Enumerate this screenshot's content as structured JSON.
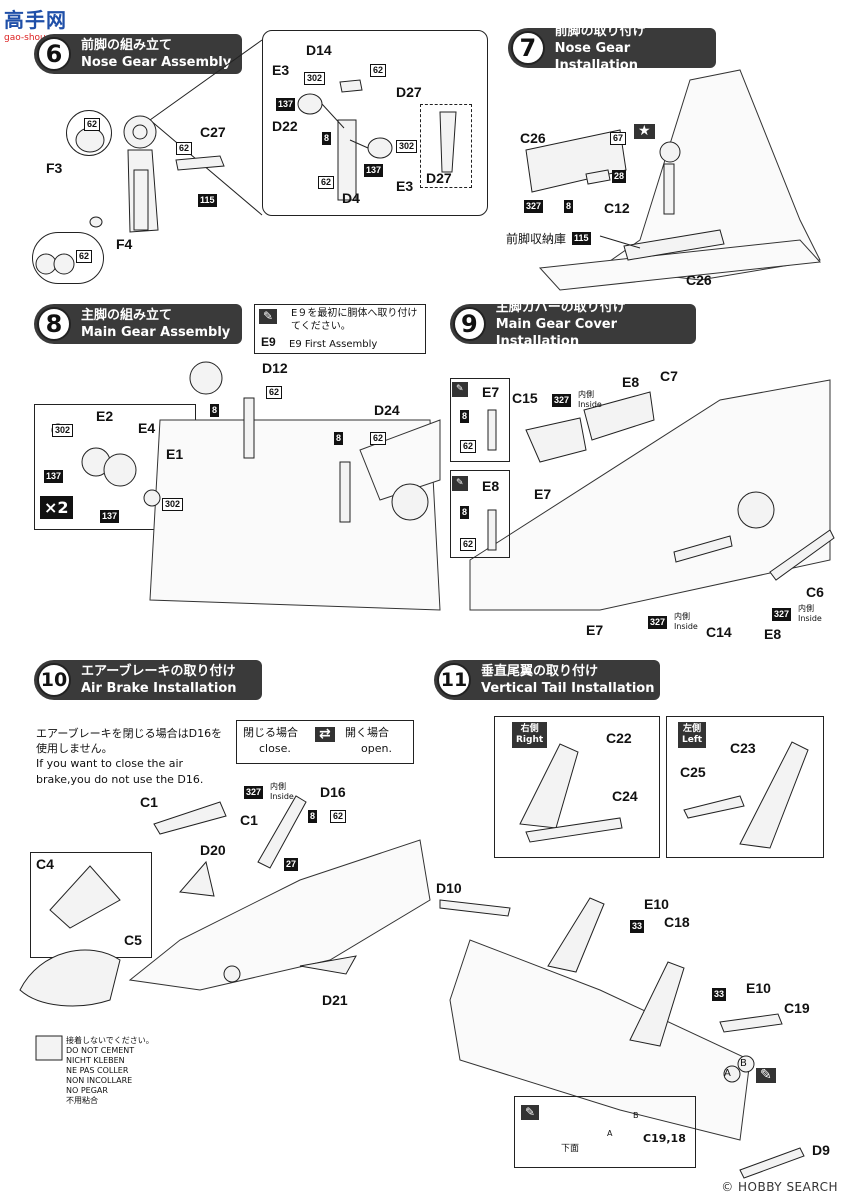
{
  "logo": {
    "title": "高手网",
    "sub": "gao-shou.com"
  },
  "steps": [
    {
      "num": "6",
      "jp": "前脚の組み立て",
      "en": "Nose Gear Assembly"
    },
    {
      "num": "7",
      "jp": "前脚の取り付け",
      "en": "Nose Gear Installation"
    },
    {
      "num": "8",
      "jp": "主脚の組み立て",
      "en": "Main Gear Assembly"
    },
    {
      "num": "9",
      "jp": "主脚カバーの取り付け",
      "en": "Main Gear Cover Installation"
    },
    {
      "num": "10",
      "jp": "エアーブレーキの取り付け",
      "en": "Air Brake Installation"
    },
    {
      "num": "11",
      "jp": "垂直尾翼の取り付け",
      "en": "Vertical Tail Installation"
    }
  ],
  "step6": {
    "parts": [
      "F3",
      "F4",
      "C27",
      "D14",
      "E3",
      "D22",
      "D27",
      "E3",
      "D4",
      "D27"
    ],
    "codes": [
      "62",
      "62",
      "62",
      "115",
      "62",
      "302",
      "137",
      "8",
      "62",
      "302",
      "137",
      "62"
    ]
  },
  "step7": {
    "parts": [
      "C26",
      "C12",
      "C26"
    ],
    "codes": [
      "67",
      "28",
      "327",
      "8",
      "115"
    ],
    "bay_label": "前脚収納庫"
  },
  "step8": {
    "note_jp": "E９を最初に胴体へ取り付けてください。",
    "note_part": "E9",
    "note_en": "E9 First Assembly",
    "parts": [
      "D12",
      "D24",
      "E2",
      "E4",
      "E1"
    ],
    "codes": [
      "8",
      "62",
      "8",
      "62",
      "302",
      "137",
      "137",
      "302"
    ],
    "multiplier": "×2"
  },
  "step9": {
    "parts": [
      "E7",
      "E8",
      "C15",
      "E8",
      "C7",
      "E7",
      "E7",
      "C14",
      "E8",
      "C6"
    ],
    "codes": [
      "8",
      "62",
      "8",
      "62",
      "327",
      "327",
      "327"
    ],
    "inside_jp": "内側",
    "inside_en": "Inside"
  },
  "step10": {
    "note_jp": "エアーブレーキを閉じる場合はD16を使用しません。",
    "note_en": "If you want to close the air brake,you do not use the D16.",
    "closed_jp": "閉じる場合",
    "closed_en": "close.",
    "open_jp": "開く場合",
    "open_en": "open.",
    "parts": [
      "C1",
      "D16",
      "C1",
      "D20",
      "C4",
      "C5",
      "D21"
    ],
    "codes": [
      "327",
      "8",
      "62",
      "27"
    ],
    "inside_jp": "内側",
    "inside_en": "Inside",
    "no_cement": [
      "接着しないでください。",
      "DO NOT CEMENT",
      "NICHT KLEBEN",
      "NE PAS COLLER",
      "NON INCOLLARE",
      "NO PEGAR",
      "不用粘合"
    ]
  },
  "step11": {
    "right_jp": "右側",
    "right_en": "Right",
    "left_jp": "左側",
    "left_en": "Left",
    "parts": [
      "C22",
      "C24",
      "C23",
      "C25",
      "D10",
      "E10",
      "C18",
      "E10",
      "C19",
      "D9"
    ],
    "codes": [
      "33",
      "33"
    ],
    "markers": [
      "A",
      "B",
      "B",
      "A"
    ],
    "detail_label": "C19,18",
    "down_label": "下面"
  },
  "footer": "© HOBBY SEARCH"
}
